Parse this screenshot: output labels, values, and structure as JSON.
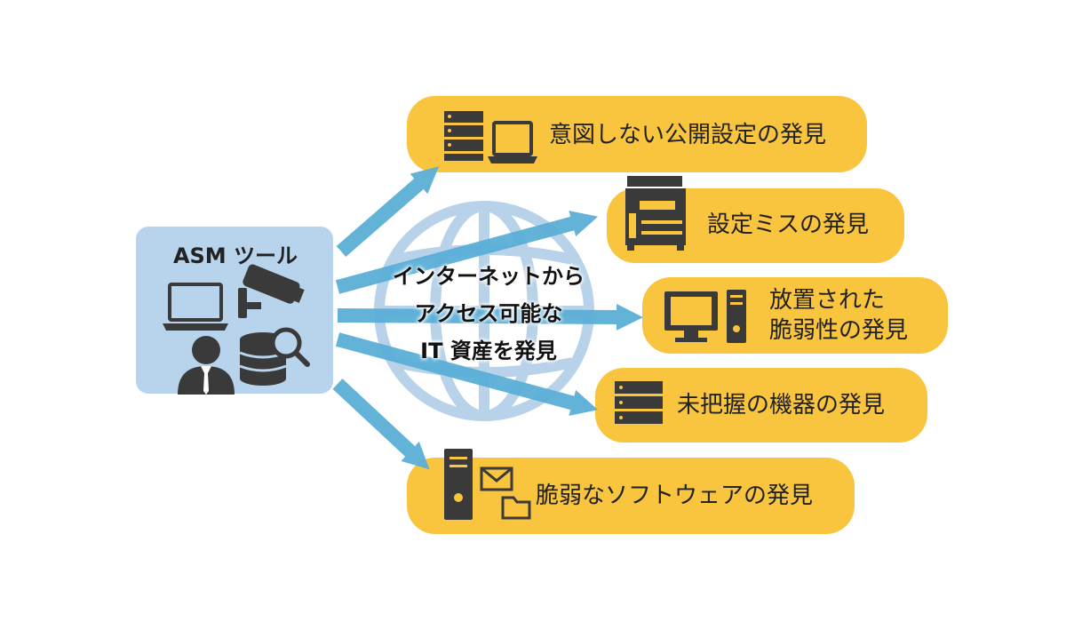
{
  "asm_tool": {
    "title": "ASM ツール"
  },
  "center": {
    "lines": [
      "インターネットから",
      "アクセス可能な",
      "IT 資産を発見"
    ]
  },
  "findings": [
    {
      "label": "意図しない公開設定の発見",
      "icons": [
        "server-icon",
        "laptop-icon"
      ]
    },
    {
      "label": "設定ミスの発見",
      "icons": [
        "printer-icon"
      ]
    },
    {
      "label_lines": [
        "放置された",
        "脆弱性の発見"
      ],
      "icons": [
        "desktop-computer-icon"
      ]
    },
    {
      "label": "未把握の機器の発見",
      "icons": [
        "server-icon"
      ]
    },
    {
      "label": "脆弱なソフトウェアの発見",
      "icons": [
        "tower-pc-icon",
        "mail-icon",
        "folder-icon"
      ]
    }
  ],
  "colors": {
    "pill": "#F9C43E",
    "arrow": "#5BAFD8",
    "asm_box": "#B7D4EC",
    "globe": "#B8D2EA",
    "icon": "#3A3A3A"
  }
}
